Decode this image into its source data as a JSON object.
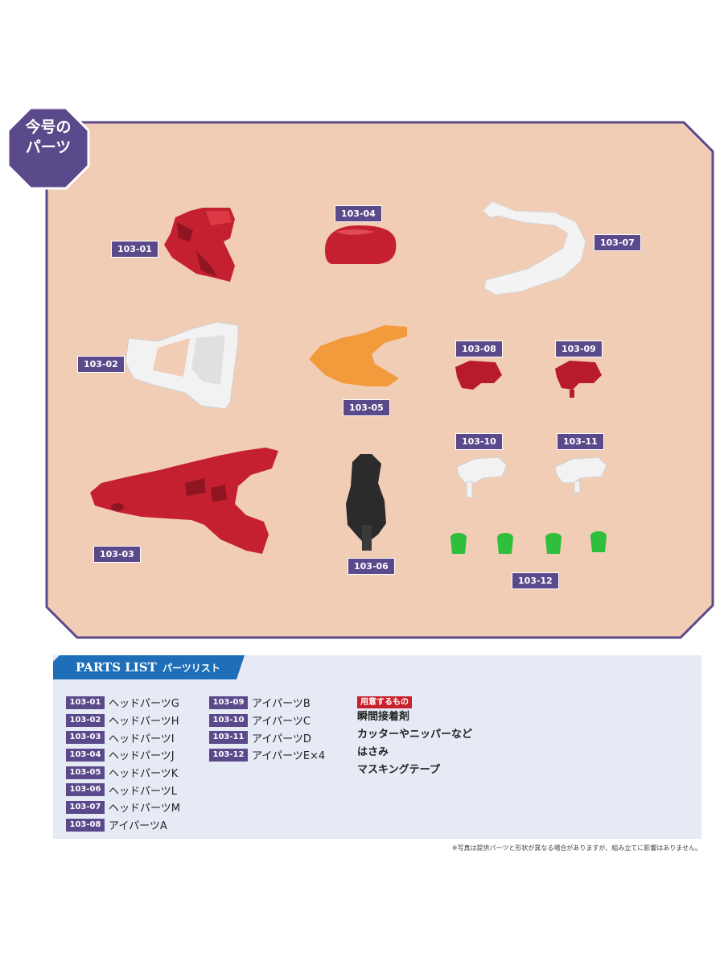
{
  "badge": {
    "line1": "今号の",
    "line2": "パーツ"
  },
  "parts_labels": [
    "103-01",
    "103-02",
    "103-03",
    "103-04",
    "103-05",
    "103-06",
    "103-07",
    "103-08",
    "103-09",
    "103-10",
    "103-11",
    "103-12"
  ],
  "parts_list": {
    "title": "PARTS LIST",
    "subtitle": "パーツリスト",
    "col1": [
      {
        "code": "103-01",
        "name": "ヘッドパーツG"
      },
      {
        "code": "103-02",
        "name": "ヘッドパーツH"
      },
      {
        "code": "103-03",
        "name": "ヘッドパーツI"
      },
      {
        "code": "103-04",
        "name": "ヘッドパーツJ"
      },
      {
        "code": "103-05",
        "name": "ヘッドパーツK"
      },
      {
        "code": "103-06",
        "name": "ヘッドパーツL"
      },
      {
        "code": "103-07",
        "name": "ヘッドパーツM"
      },
      {
        "code": "103-08",
        "name": "アイパーツA"
      }
    ],
    "col2": [
      {
        "code": "103-09",
        "name": "アイパーツB"
      },
      {
        "code": "103-10",
        "name": "アイパーツC"
      },
      {
        "code": "103-11",
        "name": "アイパーツD"
      },
      {
        "code": "103-12",
        "name": "アイパーツE×4"
      }
    ],
    "needs_title": "用意するもの",
    "needs": [
      "瞬間接着剤",
      "カッターやニッパーなど",
      "はさみ",
      "マスキングテープ"
    ]
  },
  "footnote": "※写真は提供パーツと形状が異なる場合がありますが、組み立てに影響はありません。",
  "colors": {
    "frame": "#5b4a8b",
    "background": "#f1cdb6",
    "list_bg": "#e6eaf5",
    "header": "#1e6fb8",
    "needs_badge": "#c8202c"
  }
}
